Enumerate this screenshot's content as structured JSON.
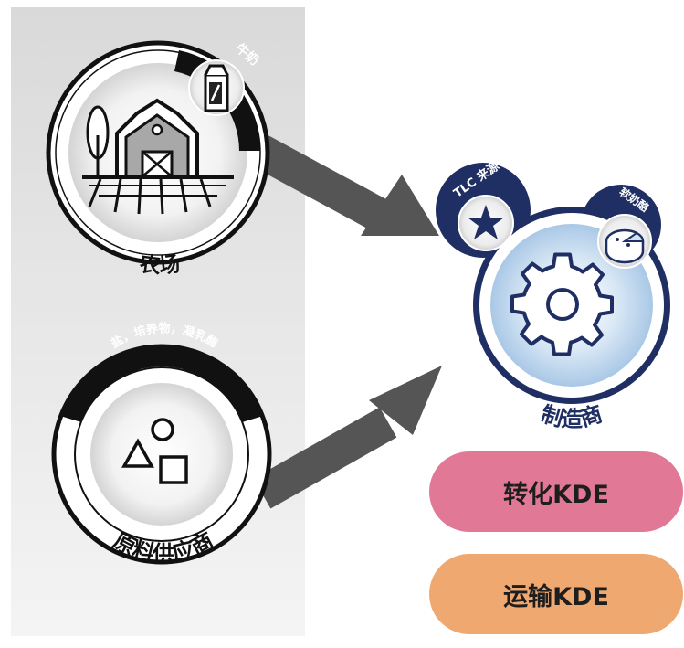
{
  "farm": {
    "label": "农场",
    "tag": "牛奶",
    "tag_icon": "milk-carton-icon",
    "icon": "barn-icon"
  },
  "supplier": {
    "label": "原料供应商",
    "tag": "盐，培养物，凝乳酶",
    "icon": "shapes-icon"
  },
  "manufacturer": {
    "label": "制造商",
    "tag_left": "TLC 来源",
    "tag_right": "软奶酪",
    "tag_left_icon": "star-icon",
    "tag_right_icon": "cheese-icon",
    "icon": "gear-icon"
  },
  "kde": {
    "transformation": "转化KDE",
    "transport": "运输KDE"
  },
  "colors": {
    "transformation_pill": "#e07896",
    "transport_pill": "#eea870",
    "manufacturer_ring": "#1f2f63",
    "node_ring": "#1a1a1a",
    "arrow": "#555555"
  }
}
